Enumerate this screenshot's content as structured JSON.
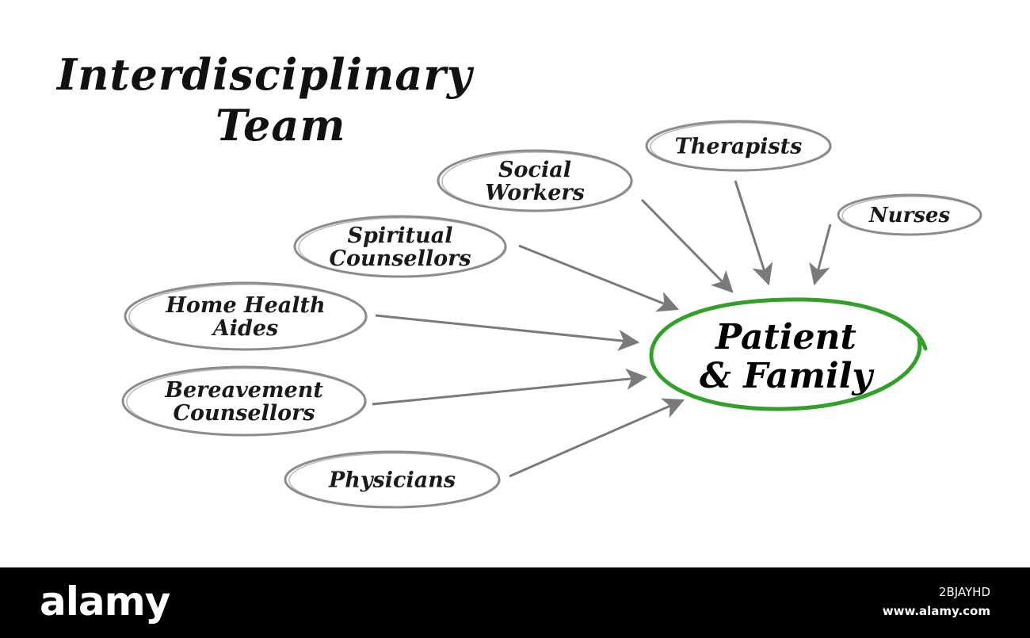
{
  "title": {
    "line1": "Interdisciplinary",
    "line2": "Team"
  },
  "center": {
    "line1": "Patient",
    "line2": "& Family"
  },
  "nodes": [
    {
      "id": "therapists",
      "lines": [
        "Therapists"
      ]
    },
    {
      "id": "social-workers",
      "lines": [
        "Social",
        "Workers"
      ]
    },
    {
      "id": "nurses",
      "lines": [
        "Nurses"
      ]
    },
    {
      "id": "spiritual-counsellors",
      "lines": [
        "Spiritual",
        "Counsellors"
      ]
    },
    {
      "id": "home-health-aides",
      "lines": [
        "Home Health",
        "Aides"
      ]
    },
    {
      "id": "bereavement-counsellors",
      "lines": [
        "Bereavement",
        "Counsellors"
      ]
    },
    {
      "id": "physicians",
      "lines": [
        "Physicians"
      ]
    }
  ],
  "colors": {
    "center_outline": "#33a02c",
    "node_outline": "#8c8c8c",
    "arrow": "#7a7a7a"
  },
  "footer": {
    "logo": "alamy",
    "image_id": "2BJAYHD",
    "url": "www.alamy.com"
  }
}
